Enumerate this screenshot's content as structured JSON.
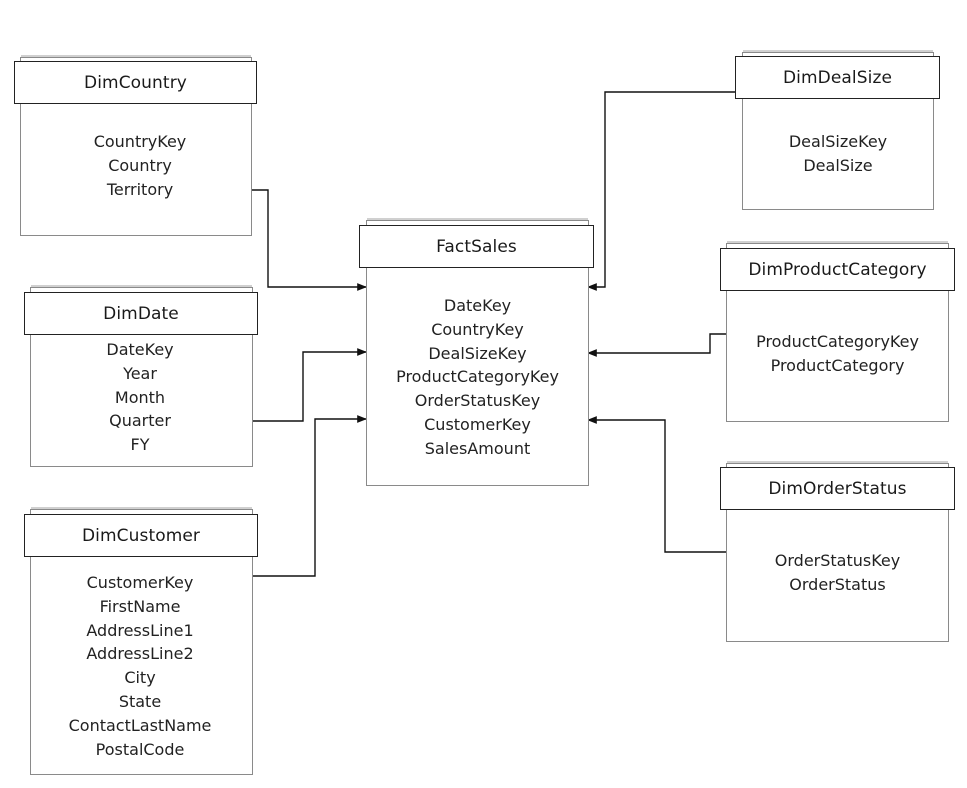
{
  "tables": {
    "dim_country": {
      "name": "DimCountry",
      "fields": [
        "CountryKey",
        "Country",
        "Territory"
      ]
    },
    "dim_date": {
      "name": "DimDate",
      "fields": [
        "DateKey",
        "Year",
        "Month",
        "Quarter",
        "FY"
      ]
    },
    "dim_customer": {
      "name": "DimCustomer",
      "fields": [
        "CustomerKey",
        "FirstName",
        "AddressLine1",
        "AddressLine2",
        "City",
        "State",
        "ContactLastName",
        "PostalCode"
      ]
    },
    "fact_sales": {
      "name": "FactSales",
      "fields": [
        "DateKey",
        "CountryKey",
        "DealSizeKey",
        "ProductCategoryKey",
        "OrderStatusKey",
        "CustomerKey",
        "SalesAmount"
      ]
    },
    "dim_deal_size": {
      "name": "DimDealSize",
      "fields": [
        "DealSizeKey",
        "DealSize"
      ]
    },
    "dim_product_category": {
      "name": "DimProductCategory",
      "fields": [
        "ProductCategoryKey",
        "ProductCategory"
      ]
    },
    "dim_order_status": {
      "name": "DimOrderStatus",
      "fields": [
        "OrderStatusKey",
        "OrderStatus"
      ]
    }
  },
  "relationships": [
    {
      "from": "dim_country",
      "to": "fact_sales"
    },
    {
      "from": "dim_date",
      "to": "fact_sales"
    },
    {
      "from": "dim_customer",
      "to": "fact_sales"
    },
    {
      "from": "dim_deal_size",
      "to": "fact_sales"
    },
    {
      "from": "dim_product_category",
      "to": "fact_sales"
    },
    {
      "from": "dim_order_status",
      "to": "fact_sales"
    }
  ]
}
